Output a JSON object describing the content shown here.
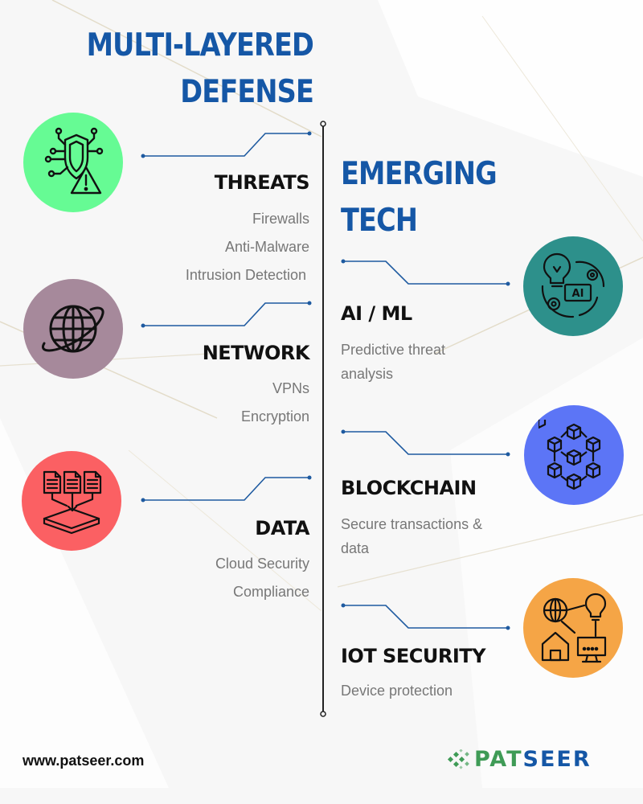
{
  "left_panel": {
    "title_line1": "MULTI-LAYERED",
    "title_line2": "DEFENSE",
    "sections": [
      {
        "heading": "THREATS",
        "items": [
          "Firewalls",
          "Anti-Malware",
          "Intrusion Detection"
        ],
        "icon": "shield-warning-icon",
        "color": "#66fb94"
      },
      {
        "heading": "NETWORK",
        "items": [
          "VPNs",
          "Encryption"
        ],
        "icon": "globe-icon",
        "color": "#a6899b"
      },
      {
        "heading": "DATA",
        "items": [
          "Cloud Security",
          "Compliance"
        ],
        "icon": "data-documents-icon",
        "color": "#fb6063"
      }
    ]
  },
  "right_panel": {
    "title_line1": "EMERGING",
    "title_line2": "TECH",
    "sections": [
      {
        "heading": "AI / ML",
        "description": "Predictive threat analysis",
        "icon": "ai-bulb-icon",
        "icon_text": "AI",
        "color": "#2d908b"
      },
      {
        "heading": "BLOCKCHAIN",
        "description": "Secure transactions & data",
        "icon": "blockchain-cubes-icon",
        "color": "#5c75f6"
      },
      {
        "heading": "IOT SECURITY",
        "description": "Device protection",
        "icon": "iot-network-icon",
        "color": "#f5a546"
      }
    ]
  },
  "footer": {
    "url": "www.patseer.com",
    "logo_part1": "PAT",
    "logo_part2": "SEER"
  },
  "colors": {
    "title_blue": "#1557a6",
    "connector_blue": "#1e5aa0",
    "text_gray": "#777777",
    "logo_green": "#3f9b56"
  }
}
